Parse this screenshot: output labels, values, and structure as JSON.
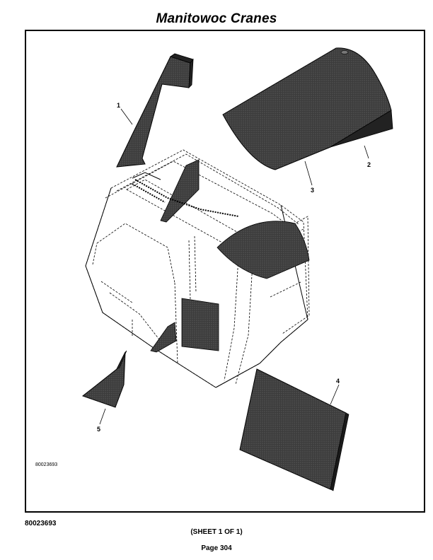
{
  "header": {
    "title": "Manitowoc Cranes"
  },
  "drawing": {
    "callouts": [
      "1",
      "2",
      "3",
      "4",
      "5"
    ],
    "inner_drawing_number": "80023693"
  },
  "footer": {
    "drawing_number": "80023693",
    "sheet": "(SHEET 1 OF 1)",
    "page": "Page 304"
  },
  "colors": {
    "panel_fill": "#3a3a3a",
    "line": "#000000"
  }
}
